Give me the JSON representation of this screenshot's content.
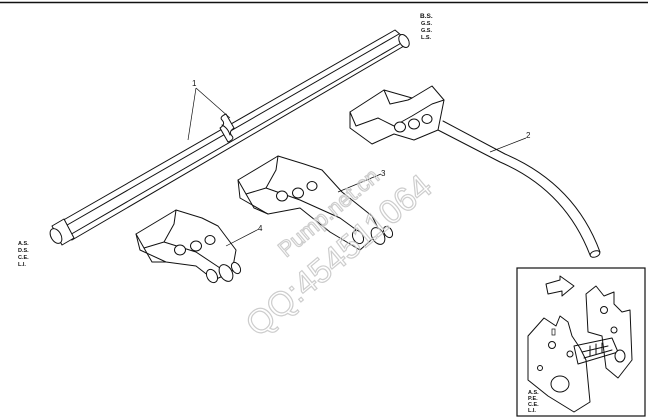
{
  "callouts": {
    "c1": "1",
    "c2": "2",
    "c3": "3",
    "c4": "4"
  },
  "codes_top_right": {
    "l1": "B.S.",
    "l2": "G.S.",
    "l3": "G.S.",
    "l4": "L.S."
  },
  "codes_left": {
    "l1": "A.S.",
    "l2": "D.S.",
    "l3": "C.E.",
    "l4": "L.I."
  },
  "codes_inset": {
    "l1": "A.S.",
    "l2": "P.E.",
    "l3": "C.E.",
    "l4": "L.I."
  },
  "watermark": {
    "line1": "QQ:454511064",
    "line2": "Pump.net.cn"
  },
  "colors": {
    "ink": "#111111",
    "watermark": "#c8c8c8",
    "background": "#ffffff"
  }
}
